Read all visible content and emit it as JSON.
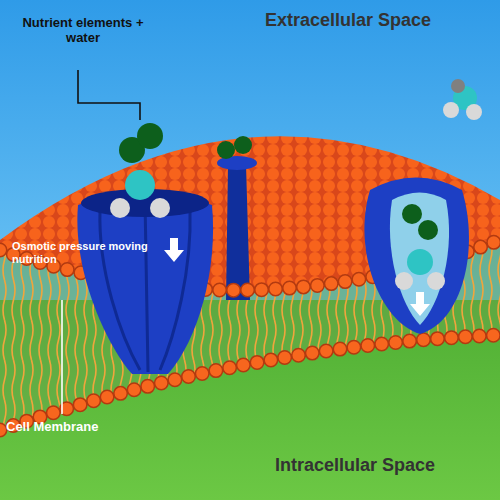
{
  "diagram": {
    "labels": [
      "Extracellular Space",
      "Nutrient elements + water",
      "Osmotic pressure moving nutrition",
      "Cell Membrane",
      "Intracellular Space"
    ]
  }
}
